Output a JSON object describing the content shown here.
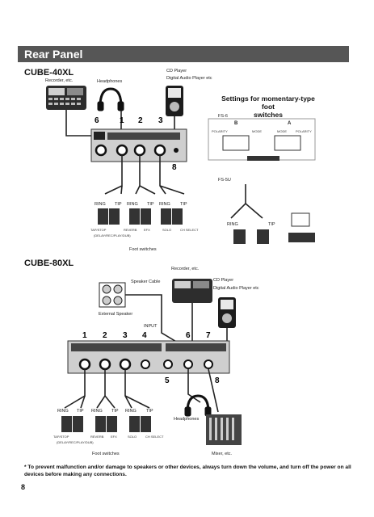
{
  "page": {
    "title": "Rear Panel",
    "page_number": "8",
    "footnote_mark": "*",
    "footnote": "To prevent malfunction and/or damage to speakers or other devices, always turn down the volume, and turn off the power on all devices before making any connections."
  },
  "cube40": {
    "heading": "CUBE-40XL",
    "recorder_label": "Recorder, etc.",
    "headphones_label": "Headphones",
    "cd_label": "CD Player",
    "digital_label": "Digital Audio Player etc",
    "callouts": [
      "6",
      "1",
      "2",
      "3",
      "8"
    ],
    "footswitch_labels": [
      "RING",
      "TIP",
      "RING",
      "TIP",
      "RING",
      "TIP"
    ],
    "tap_label": "TAP/STOP",
    "delay_label": "(DELAY/REC/PLAY/DUB)",
    "reverb": "REVERB",
    "efx": "EFX",
    "solo": "SOLO",
    "chselect": "CH SELECT",
    "footswitches_caption": "Foot switches"
  },
  "settings": {
    "title_line1": "Settings for momentary-type foot",
    "title_line2": "switches",
    "fs6": "FS-6",
    "b": "B",
    "a": "A",
    "polarity": "POLARITY",
    "mode": "MODE",
    "fs5u": "FS-5U",
    "ring": "RING",
    "tip": "TIP"
  },
  "cube80": {
    "heading": "CUBE-80XL",
    "recorder_label": "Recorder, etc.",
    "speaker_cable": "Speaker Cable",
    "input": "INPUT",
    "external_speaker": "External Speaker",
    "cd_label": "CD Player",
    "digital_label": "Digital Audio Player etc",
    "callouts": [
      "1",
      "2",
      "3",
      "4",
      "6",
      "7",
      "5",
      "8"
    ],
    "footswitch_labels": [
      "RING",
      "TIP",
      "RING",
      "TIP",
      "RING",
      "TIP"
    ],
    "tap_label": "TAP/STOP",
    "delay_label": "(DELAY/REC/PLAY/DUB)",
    "reverb": "REVERB",
    "efx": "EFX",
    "solo": "SOLO",
    "chselect": "CH SELECT",
    "footswitches_caption": "Foot switches",
    "headphones_label": "Headphones",
    "mixer_label": "Mixer, etc."
  }
}
